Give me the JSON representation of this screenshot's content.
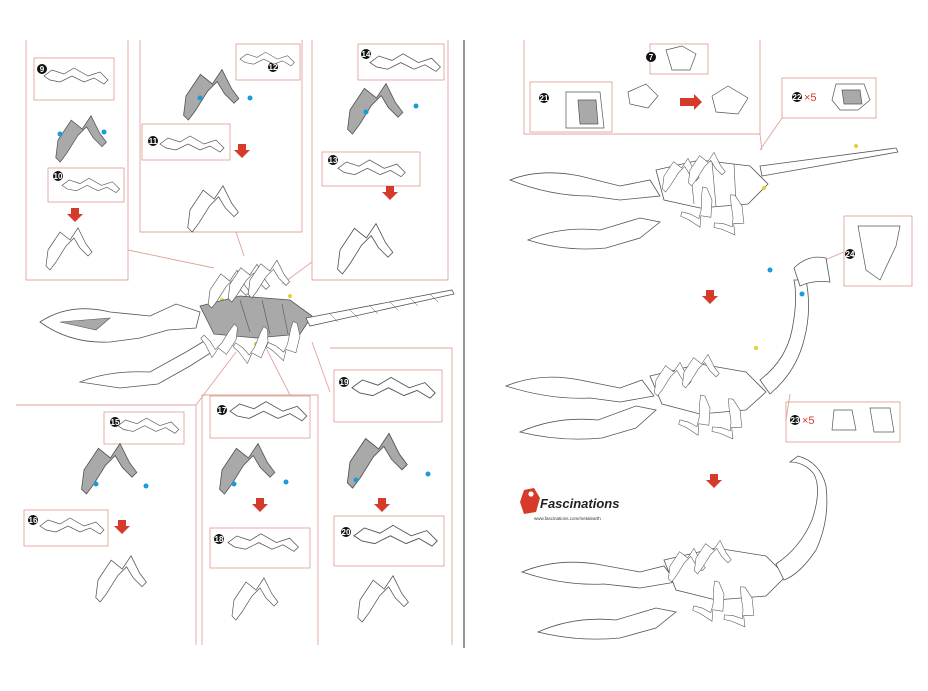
{
  "steps": [
    "9",
    "10",
    "11",
    "12",
    "13",
    "14",
    "15",
    "16",
    "17",
    "18",
    "19",
    "20",
    "21",
    "22",
    "23",
    "24"
  ],
  "multipliers": {
    "step22": "×5",
    "step23": "×5"
  },
  "brand": {
    "name": "Fascinations",
    "url": "www.fascinations.com/metalearth"
  },
  "colors": {
    "frame": "#e0a39a",
    "arrow": "#d63a2a",
    "line": "#555555",
    "shade": "#a9a9a9",
    "blue": "#1a9bd6",
    "yellow": "#d9d23a"
  }
}
